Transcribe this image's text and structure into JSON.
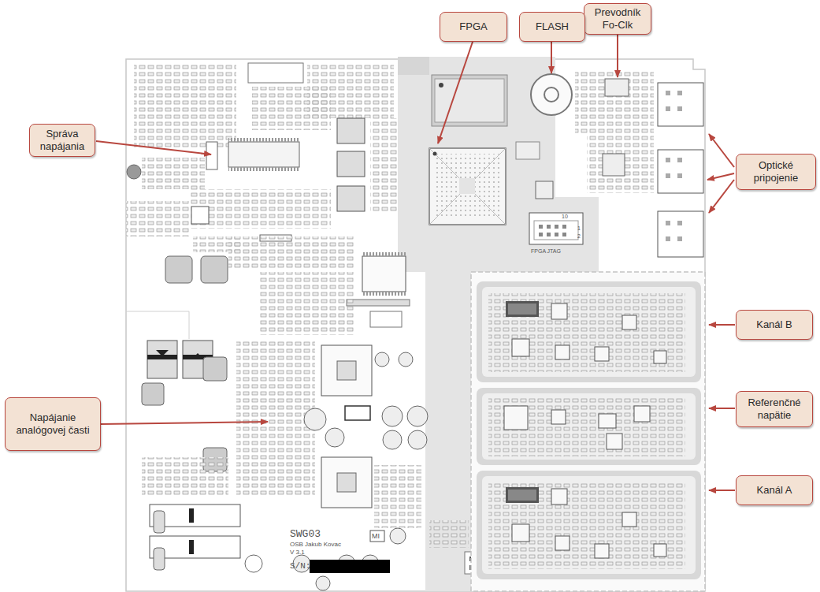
{
  "diagram": {
    "nodes": [
      {
        "text": [
          "Prevodník Fo-Clk"
        ]
      },
      {
        "text": [
          "FPGA"
        ]
      },
      {
        "text": [
          "FLASH"
        ]
      },
      {
        "text": [
          "Správa napájania"
        ]
      },
      {
        "text": [
          "Optické pripojenie"
        ]
      },
      {
        "text": [
          "Kanál B"
        ]
      },
      {
        "text": [
          "Referenčné napätie"
        ]
      },
      {
        "text": [
          "Napájanie analógovej časti"
        ]
      },
      {
        "text": [
          "Kanál A"
        ]
      }
    ],
    "labels": [
      "10",
      "1",
      "2",
      "FPGA JTAG",
      "SWG03",
      "OSB Jakub Kovac",
      "V 3.1",
      "S/N:",
      "MI"
    ]
  }
}
